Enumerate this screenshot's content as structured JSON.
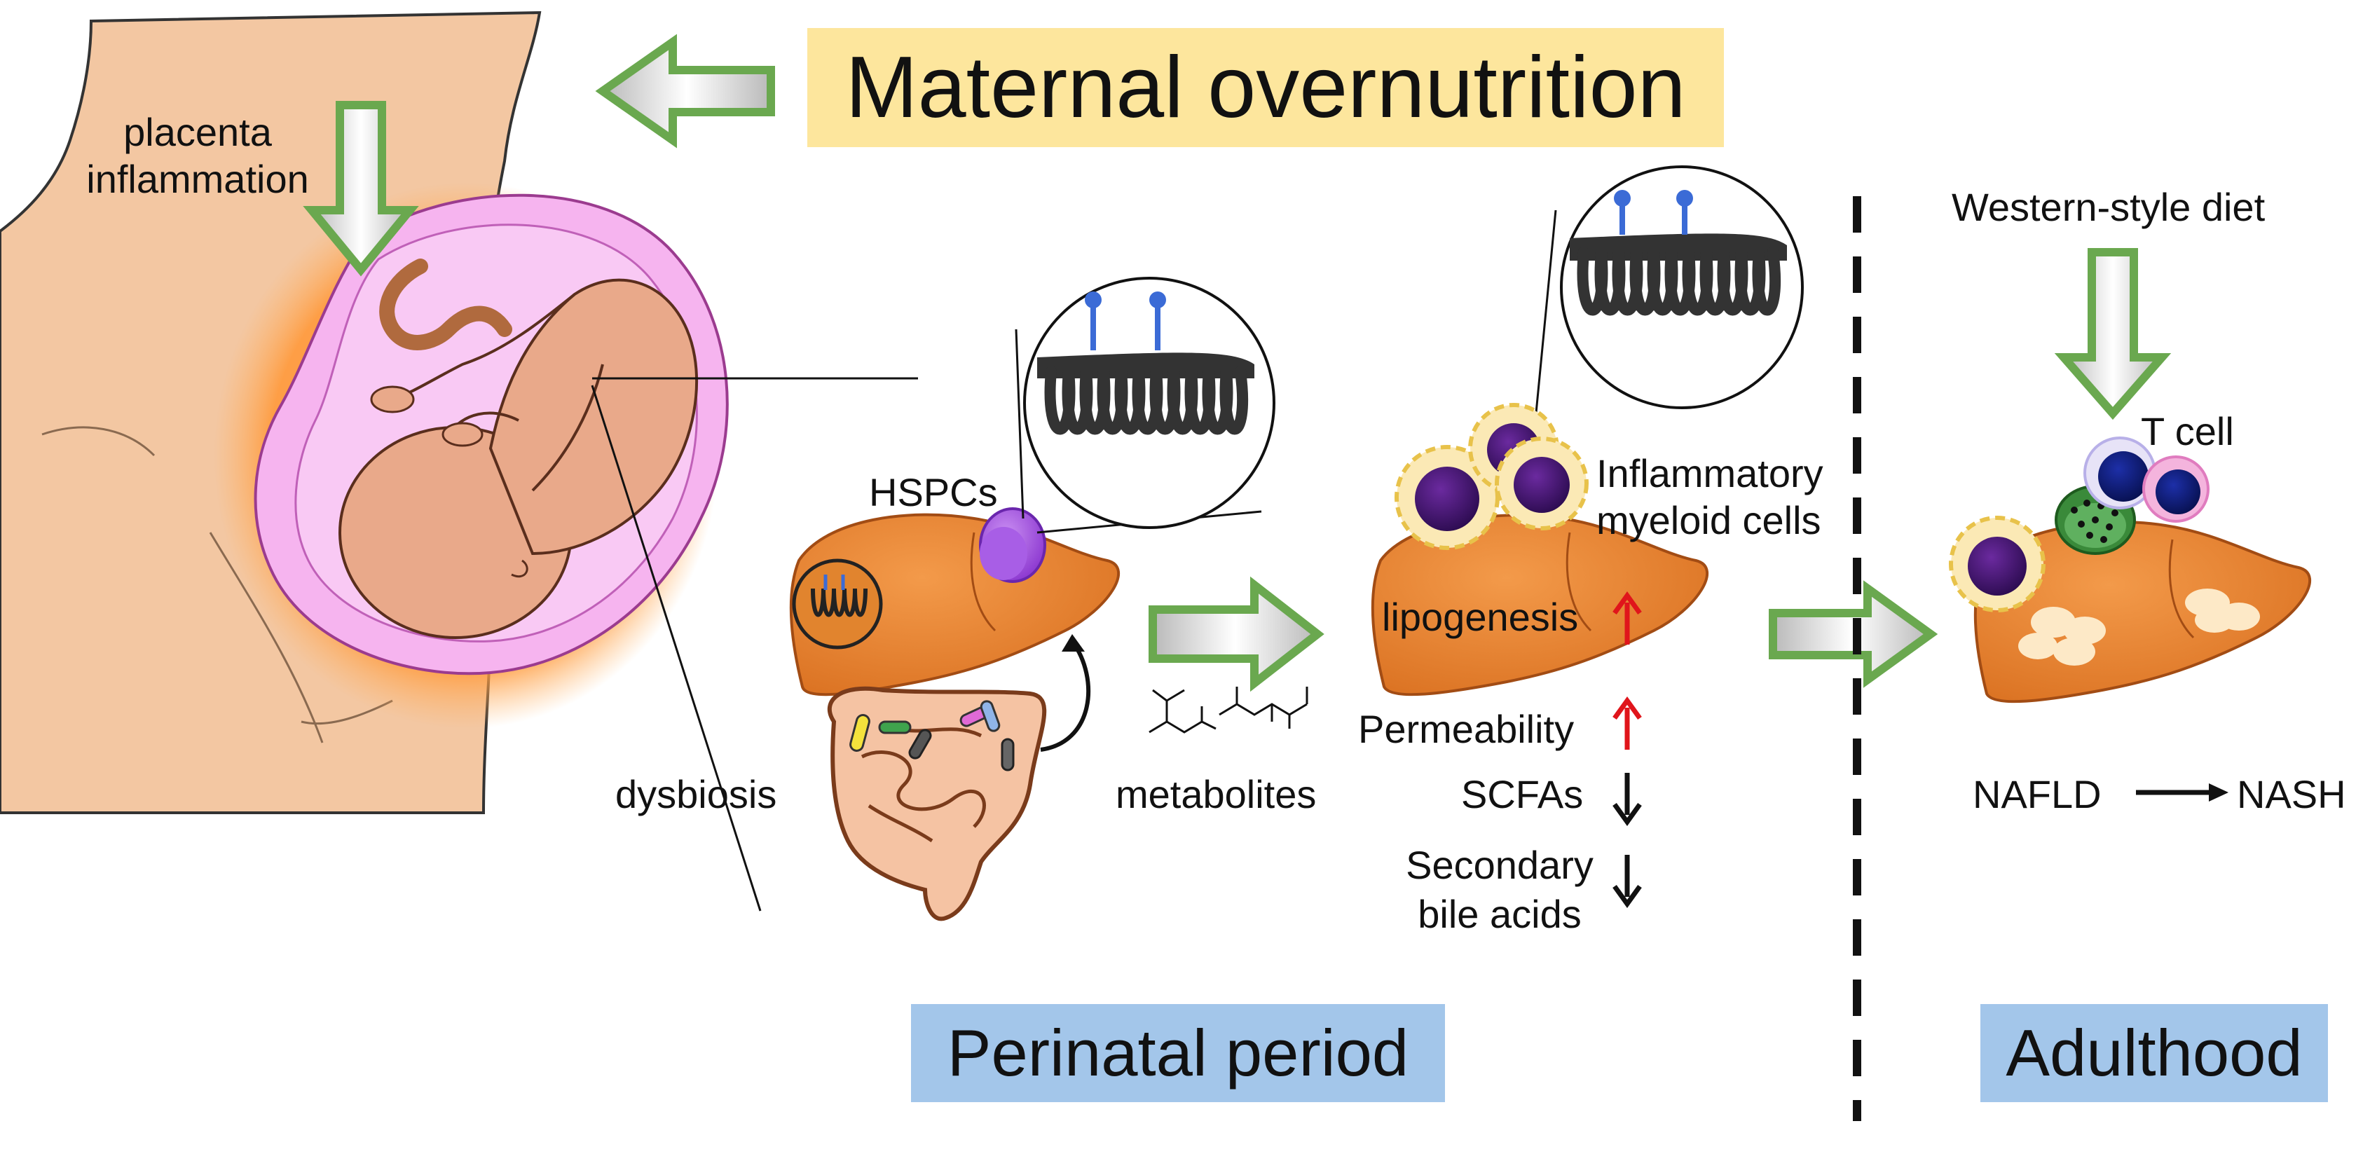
{
  "header": {
    "title": "Maternal overnutrition"
  },
  "labels": {
    "placenta": "placenta inflammation",
    "dysbiosis": "dysbiosis",
    "hspcs": "HSPCs",
    "metabolites": "metabolites",
    "inflammatory": "Inflammatory myeloid cells",
    "lipogenesis": "lipogenesis",
    "permeability": "Permeability",
    "scfas": "SCFAs",
    "secondary": "Secondary bile acids",
    "western_diet": "Western-style diet",
    "t_cell": "T cell",
    "nafld": "NAFLD",
    "nash": "NASH"
  },
  "periods": {
    "perinatal": "Perinatal period",
    "adulthood": "Adulthood"
  },
  "colors": {
    "banner_gold": "#fde69d",
    "banner_blue": "#a3c6ea",
    "arrow_green": "#6aa84f",
    "liver_orange": "#e57f2e",
    "up_arrow_red": "#e0151b",
    "womb_pink": "#f3a2ec",
    "skin": "#f3c7a2",
    "hspc_purple": "#9c4bd9"
  }
}
